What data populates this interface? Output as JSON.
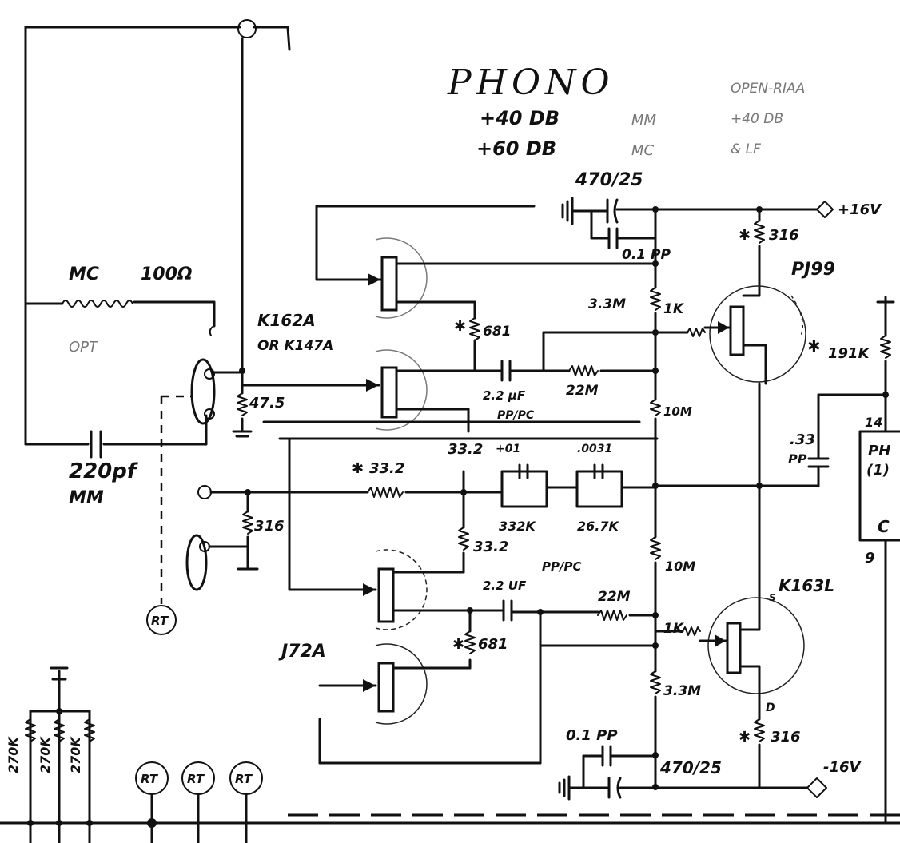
{
  "notes": {
    "title": "PHONO",
    "line1": "+40 DB",
    "line1_tag": "MM",
    "line2": "+60 DB",
    "line2_tag": "MC",
    "right1": "OPEN-RIAA",
    "right2": "+40 DB",
    "right3": "& LF"
  },
  "inputs": {
    "mc_label": "MC",
    "mc_res": "100Ω",
    "opt_label": "OPT",
    "mm_cap": "220pf",
    "mm_label": "MM"
  },
  "parts": {
    "q_in_top": "K162A",
    "q_in_alt": "OR K147A",
    "q_in_bottom": "J72A",
    "q_out_top": "PJ99",
    "q_out_bottom": "K163L",
    "r_in": "47.5",
    "r_gate1": "681",
    "r_gate2": "681",
    "c_couple1": "2.2 µF",
    "c_couple1_tag": "PP/PC",
    "c_couple2": "2.2 UF",
    "c_couple2_tag": "PP/PC",
    "r_22m_top": "22M",
    "r_22m_bot": "22M",
    "r_3m3_top": "3.3M",
    "r_3m3_bot": "3.3M",
    "r_10m_top": "10M",
    "r_10m_bot": "10M",
    "r_1k_top": "1K",
    "r_1k_bot": "1K",
    "r_316_top": "316",
    "r_316_bot": "316",
    "r_316_fb": "316",
    "r_fb1": "33.2",
    "r_fb2": "33.2",
    "r_fb3": "33.2",
    "c_riaa1": "+01",
    "c_riaa2": ".0031",
    "r_riaa1": "332K",
    "r_riaa2": "26.7K",
    "r_191k": "191K",
    "c_out": ".33",
    "c_out_tag": "PP",
    "c_sup_top": "470/25",
    "c_sup_top_bypass": "0.1 PP",
    "c_sup_bot": "470/25",
    "c_sup_bot_bypass": "0.1 PP",
    "rail_pos": "+16V",
    "rail_neg": "-16V",
    "ic_label": "PH",
    "ic_sub": "(1)",
    "ic_pin_top": "14",
    "ic_pin_bot": "9",
    "ic_c": "C",
    "pin_s": "S",
    "pin_d": "D",
    "bias1": "270K",
    "bias2": "270K",
    "bias3": "270K",
    "rt": "RT"
  }
}
